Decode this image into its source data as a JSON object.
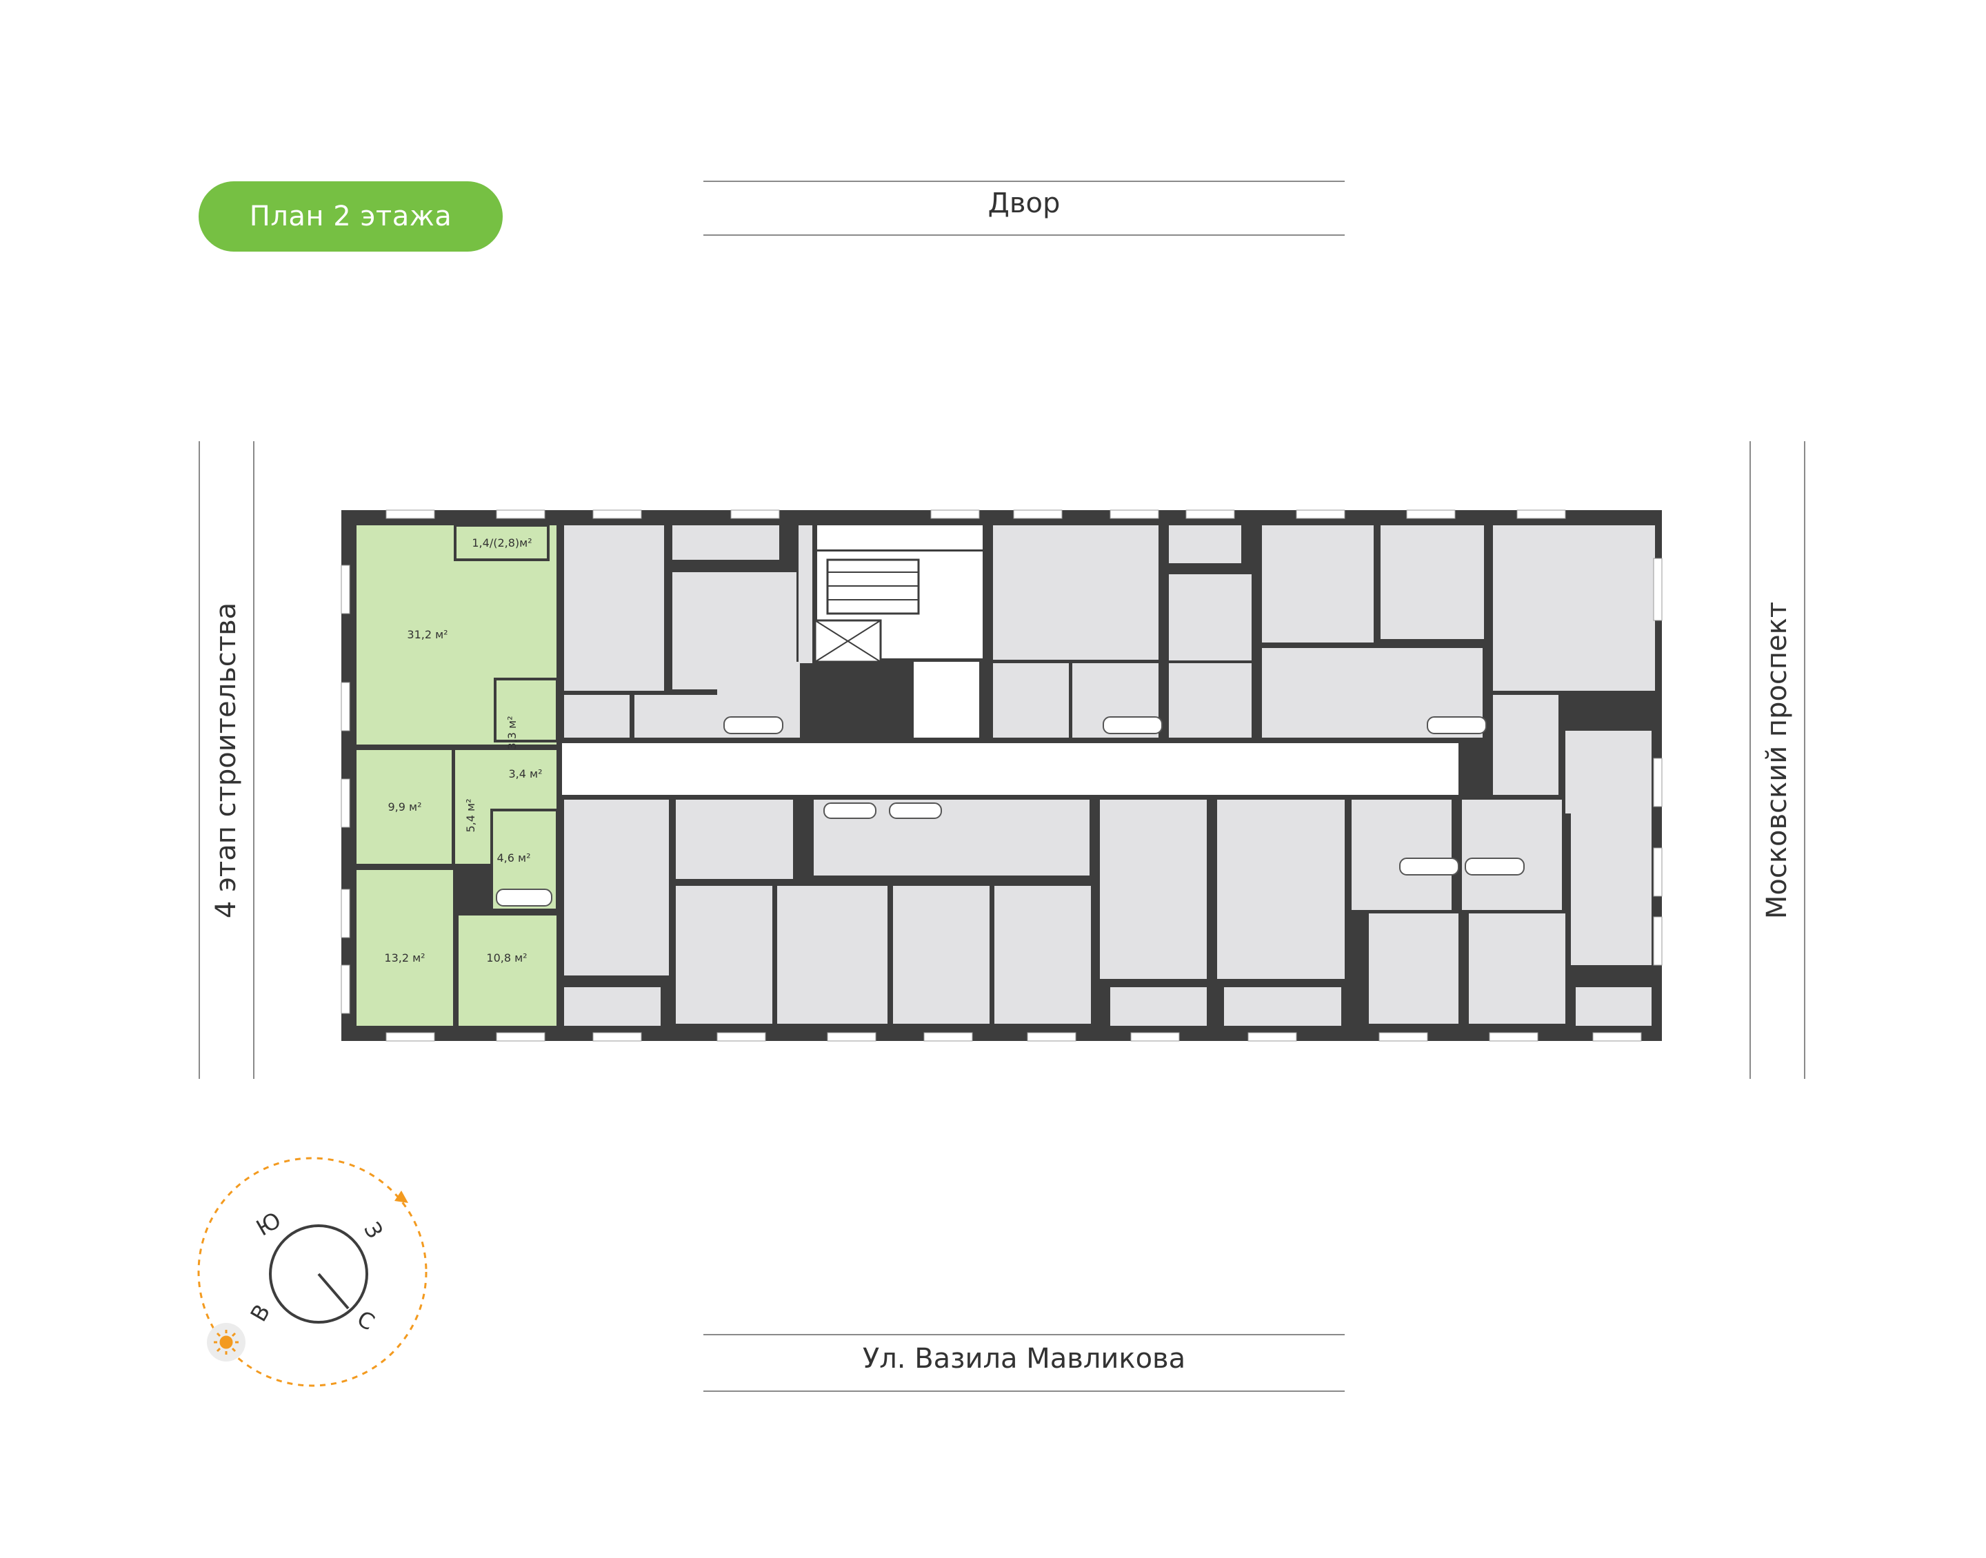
{
  "plan_title": "План 2 этажа",
  "streets": {
    "top": "Двор",
    "bottom": "Ул. Вазила Мавликова",
    "left": "4 этап строительства",
    "right": "Московский проспект"
  },
  "compass": {
    "south": "Ю",
    "west": "З",
    "east": "В",
    "north": "С"
  },
  "highlighted_apartment": {
    "rooms": {
      "balcony": "1,4/(2,8)м²",
      "living_kitchen": "31,2 м²",
      "bath_1": "3,3 м²",
      "hall_1": "3,4 м²",
      "bedroom_1": "9,9 м²",
      "corridor": "5,4 м²",
      "bath_2": "4,6 м²",
      "bedroom_2": "13,2 м²",
      "bedroom_3": "10,8 м²"
    }
  },
  "colors": {
    "accent_green": "#76c043",
    "highlight_fill": "#cde6b3",
    "room_fill": "#e2e2e4",
    "wall": "#3d3d3d",
    "sun_orange": "#f39a1f"
  }
}
